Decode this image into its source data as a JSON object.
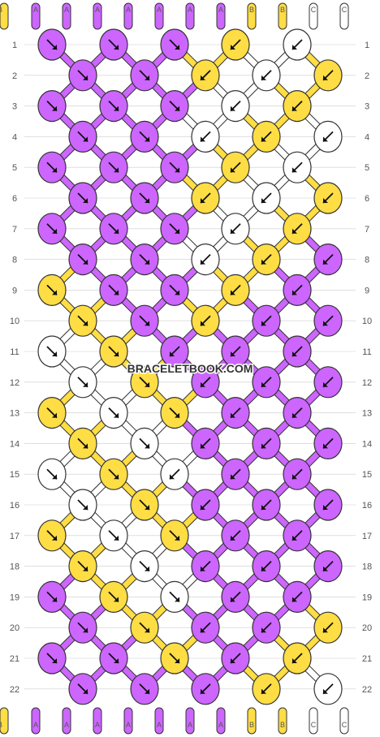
{
  "watermark": "BRACELETBOOK.COM",
  "colors": {
    "A": "#cc66ff",
    "B": "#ffdd44",
    "C": "#ffffff",
    "outline": "#333333",
    "grid": "#cccccc"
  },
  "strings_top": [
    "A",
    "A",
    "A",
    "A",
    "A",
    "A",
    "A",
    "B",
    "B",
    "C",
    "C",
    "B"
  ],
  "strings_bottom": [
    "A",
    "A",
    "A",
    "A",
    "A",
    "A",
    "A",
    "B",
    "B",
    "C",
    "C",
    "B"
  ],
  "row_labels": [
    "1",
    "2",
    "3",
    "4",
    "5",
    "6",
    "7",
    "8",
    "9",
    "10",
    "11",
    "12",
    "13",
    "14",
    "15",
    "16",
    "17",
    "18",
    "19",
    "20",
    "21",
    "22"
  ],
  "knots": [
    [
      {
        "c": "A",
        "d": "right"
      },
      {
        "c": "A",
        "d": "right"
      },
      {
        "c": "A",
        "d": "right"
      },
      {
        "c": "B",
        "d": "left"
      },
      {
        "c": "C",
        "d": "left"
      }
    ],
    [
      {
        "c": "A",
        "d": "right"
      },
      {
        "c": "A",
        "d": "right"
      },
      {
        "c": "B",
        "d": "left"
      },
      {
        "c": "C",
        "d": "left"
      },
      {
        "c": "B",
        "d": "left"
      }
    ],
    [
      {
        "c": "A",
        "d": "right"
      },
      {
        "c": "A",
        "d": "right"
      },
      {
        "c": "A",
        "d": "right"
      },
      {
        "c": "C",
        "d": "left"
      },
      {
        "c": "B",
        "d": "left"
      }
    ],
    [
      {
        "c": "A",
        "d": "right"
      },
      {
        "c": "A",
        "d": "right"
      },
      {
        "c": "C",
        "d": "left"
      },
      {
        "c": "B",
        "d": "left"
      },
      {
        "c": "C",
        "d": "left"
      }
    ],
    [
      {
        "c": "A",
        "d": "right"
      },
      {
        "c": "A",
        "d": "right"
      },
      {
        "c": "A",
        "d": "right"
      },
      {
        "c": "B",
        "d": "left"
      },
      {
        "c": "C",
        "d": "left"
      }
    ],
    [
      {
        "c": "A",
        "d": "right"
      },
      {
        "c": "A",
        "d": "right"
      },
      {
        "c": "B",
        "d": "left"
      },
      {
        "c": "C",
        "d": "left"
      },
      {
        "c": "B",
        "d": "left"
      }
    ],
    [
      {
        "c": "A",
        "d": "right"
      },
      {
        "c": "A",
        "d": "right"
      },
      {
        "c": "A",
        "d": "right"
      },
      {
        "c": "C",
        "d": "left"
      },
      {
        "c": "B",
        "d": "left"
      }
    ],
    [
      {
        "c": "A",
        "d": "right"
      },
      {
        "c": "A",
        "d": "right"
      },
      {
        "c": "C",
        "d": "left"
      },
      {
        "c": "B",
        "d": "left"
      },
      {
        "c": "A",
        "d": "left"
      }
    ],
    [
      {
        "c": "B",
        "d": "right"
      },
      {
        "c": "A",
        "d": "right"
      },
      {
        "c": "A",
        "d": "right"
      },
      {
        "c": "B",
        "d": "left"
      },
      {
        "c": "A",
        "d": "left"
      }
    ],
    [
      {
        "c": "B",
        "d": "right"
      },
      {
        "c": "A",
        "d": "right"
      },
      {
        "c": "B",
        "d": "left"
      },
      {
        "c": "A",
        "d": "left"
      },
      {
        "c": "A",
        "d": "left"
      }
    ],
    [
      {
        "c": "C",
        "d": "right"
      },
      {
        "c": "B",
        "d": "right"
      },
      {
        "c": "A",
        "d": "left"
      },
      {
        "c": "A",
        "d": "left"
      },
      {
        "c": "A",
        "d": "left"
      }
    ],
    [
      {
        "c": "C",
        "d": "right"
      },
      {
        "c": "B",
        "d": "right"
      },
      {
        "c": "A",
        "d": "left"
      },
      {
        "c": "A",
        "d": "left"
      },
      {
        "c": "A",
        "d": "left"
      }
    ],
    [
      {
        "c": "B",
        "d": "right"
      },
      {
        "c": "C",
        "d": "right"
      },
      {
        "c": "B",
        "d": "right"
      },
      {
        "c": "A",
        "d": "left"
      },
      {
        "c": "A",
        "d": "left"
      }
    ],
    [
      {
        "c": "B",
        "d": "right"
      },
      {
        "c": "C",
        "d": "right"
      },
      {
        "c": "A",
        "d": "left"
      },
      {
        "c": "A",
        "d": "left"
      },
      {
        "c": "A",
        "d": "left"
      }
    ],
    [
      {
        "c": "C",
        "d": "right"
      },
      {
        "c": "B",
        "d": "right"
      },
      {
        "c": "C",
        "d": "left"
      },
      {
        "c": "A",
        "d": "left"
      },
      {
        "c": "A",
        "d": "left"
      }
    ],
    [
      {
        "c": "C",
        "d": "right"
      },
      {
        "c": "B",
        "d": "right"
      },
      {
        "c": "A",
        "d": "left"
      },
      {
        "c": "A",
        "d": "left"
      },
      {
        "c": "A",
        "d": "left"
      }
    ],
    [
      {
        "c": "B",
        "d": "right"
      },
      {
        "c": "C",
        "d": "right"
      },
      {
        "c": "B",
        "d": "right"
      },
      {
        "c": "A",
        "d": "left"
      },
      {
        "c": "A",
        "d": "left"
      }
    ],
    [
      {
        "c": "B",
        "d": "right"
      },
      {
        "c": "C",
        "d": "right"
      },
      {
        "c": "A",
        "d": "left"
      },
      {
        "c": "A",
        "d": "left"
      },
      {
        "c": "A",
        "d": "left"
      }
    ],
    [
      {
        "c": "A",
        "d": "right"
      },
      {
        "c": "B",
        "d": "right"
      },
      {
        "c": "C",
        "d": "right"
      },
      {
        "c": "A",
        "d": "left"
      },
      {
        "c": "A",
        "d": "left"
      }
    ],
    [
      {
        "c": "A",
        "d": "right"
      },
      {
        "c": "B",
        "d": "right"
      },
      {
        "c": "A",
        "d": "left"
      },
      {
        "c": "A",
        "d": "left"
      },
      {
        "c": "B",
        "d": "left"
      }
    ],
    [
      {
        "c": "A",
        "d": "right"
      },
      {
        "c": "A",
        "d": "right"
      },
      {
        "c": "B",
        "d": "right"
      },
      {
        "c": "A",
        "d": "left"
      },
      {
        "c": "B",
        "d": "left"
      }
    ],
    [
      {
        "c": "A",
        "d": "right"
      },
      {
        "c": "A",
        "d": "right"
      },
      {
        "c": "A",
        "d": "left"
      },
      {
        "c": "B",
        "d": "left"
      },
      {
        "c": "C",
        "d": "left"
      }
    ]
  ]
}
